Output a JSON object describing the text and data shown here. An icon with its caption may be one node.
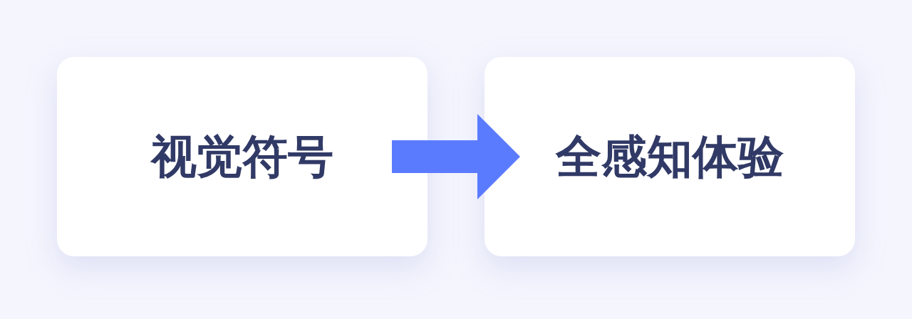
{
  "diagram": {
    "nodes": [
      {
        "text": [
          "视觉符号"
        ]
      },
      {
        "text": [
          "全感知体验"
        ]
      }
    ],
    "edges": [
      {
        "from": 0,
        "to": 1,
        "arrow": "to"
      }
    ]
  }
}
